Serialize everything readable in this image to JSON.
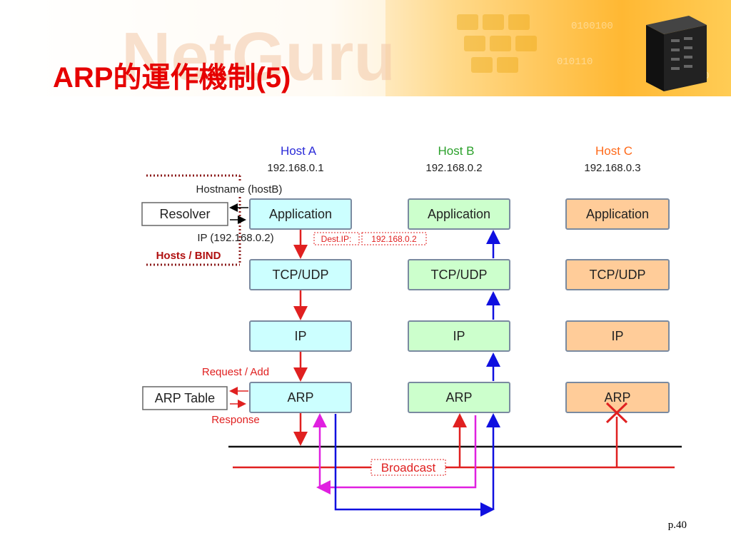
{
  "slide": {
    "title": "ARP的運作機制(5)",
    "page": "p.40"
  },
  "banner": {
    "watermark": "NetGuru"
  },
  "hosts": [
    {
      "name": "Host A",
      "ip": "192.168.0.1",
      "color": "#2b2bd8",
      "fill": "#ccffff"
    },
    {
      "name": "Host B",
      "ip": "192.168.0.2",
      "color": "#2aa02a",
      "fill": "#ccffcc"
    },
    {
      "name": "Host C",
      "ip": "192.168.0.3",
      "color": "#ff6a1a",
      "fill": "#ffcc99"
    }
  ],
  "layers": [
    "Application",
    "TCP/UDP",
    "IP",
    "ARP"
  ],
  "side_boxes": {
    "resolver": "Resolver",
    "arp_table": "ARP Table"
  },
  "labels": {
    "hostname": "Hostname (hostB)",
    "ip_result": "IP (192.168.0.2)",
    "hosts_bind": "Hosts / BIND",
    "dest_ip": "Dest.IP:",
    "dest_ip_value": "192.168.0.2",
    "request_add": "Request / Add",
    "response": "Response",
    "broadcast": "Broadcast"
  },
  "colors": {
    "title": "#e60000",
    "red_arrow": "#e02020",
    "blue_arrow": "#1010e0",
    "magenta_arrow": "#e020e0",
    "box_border": "#7a8aa0"
  }
}
